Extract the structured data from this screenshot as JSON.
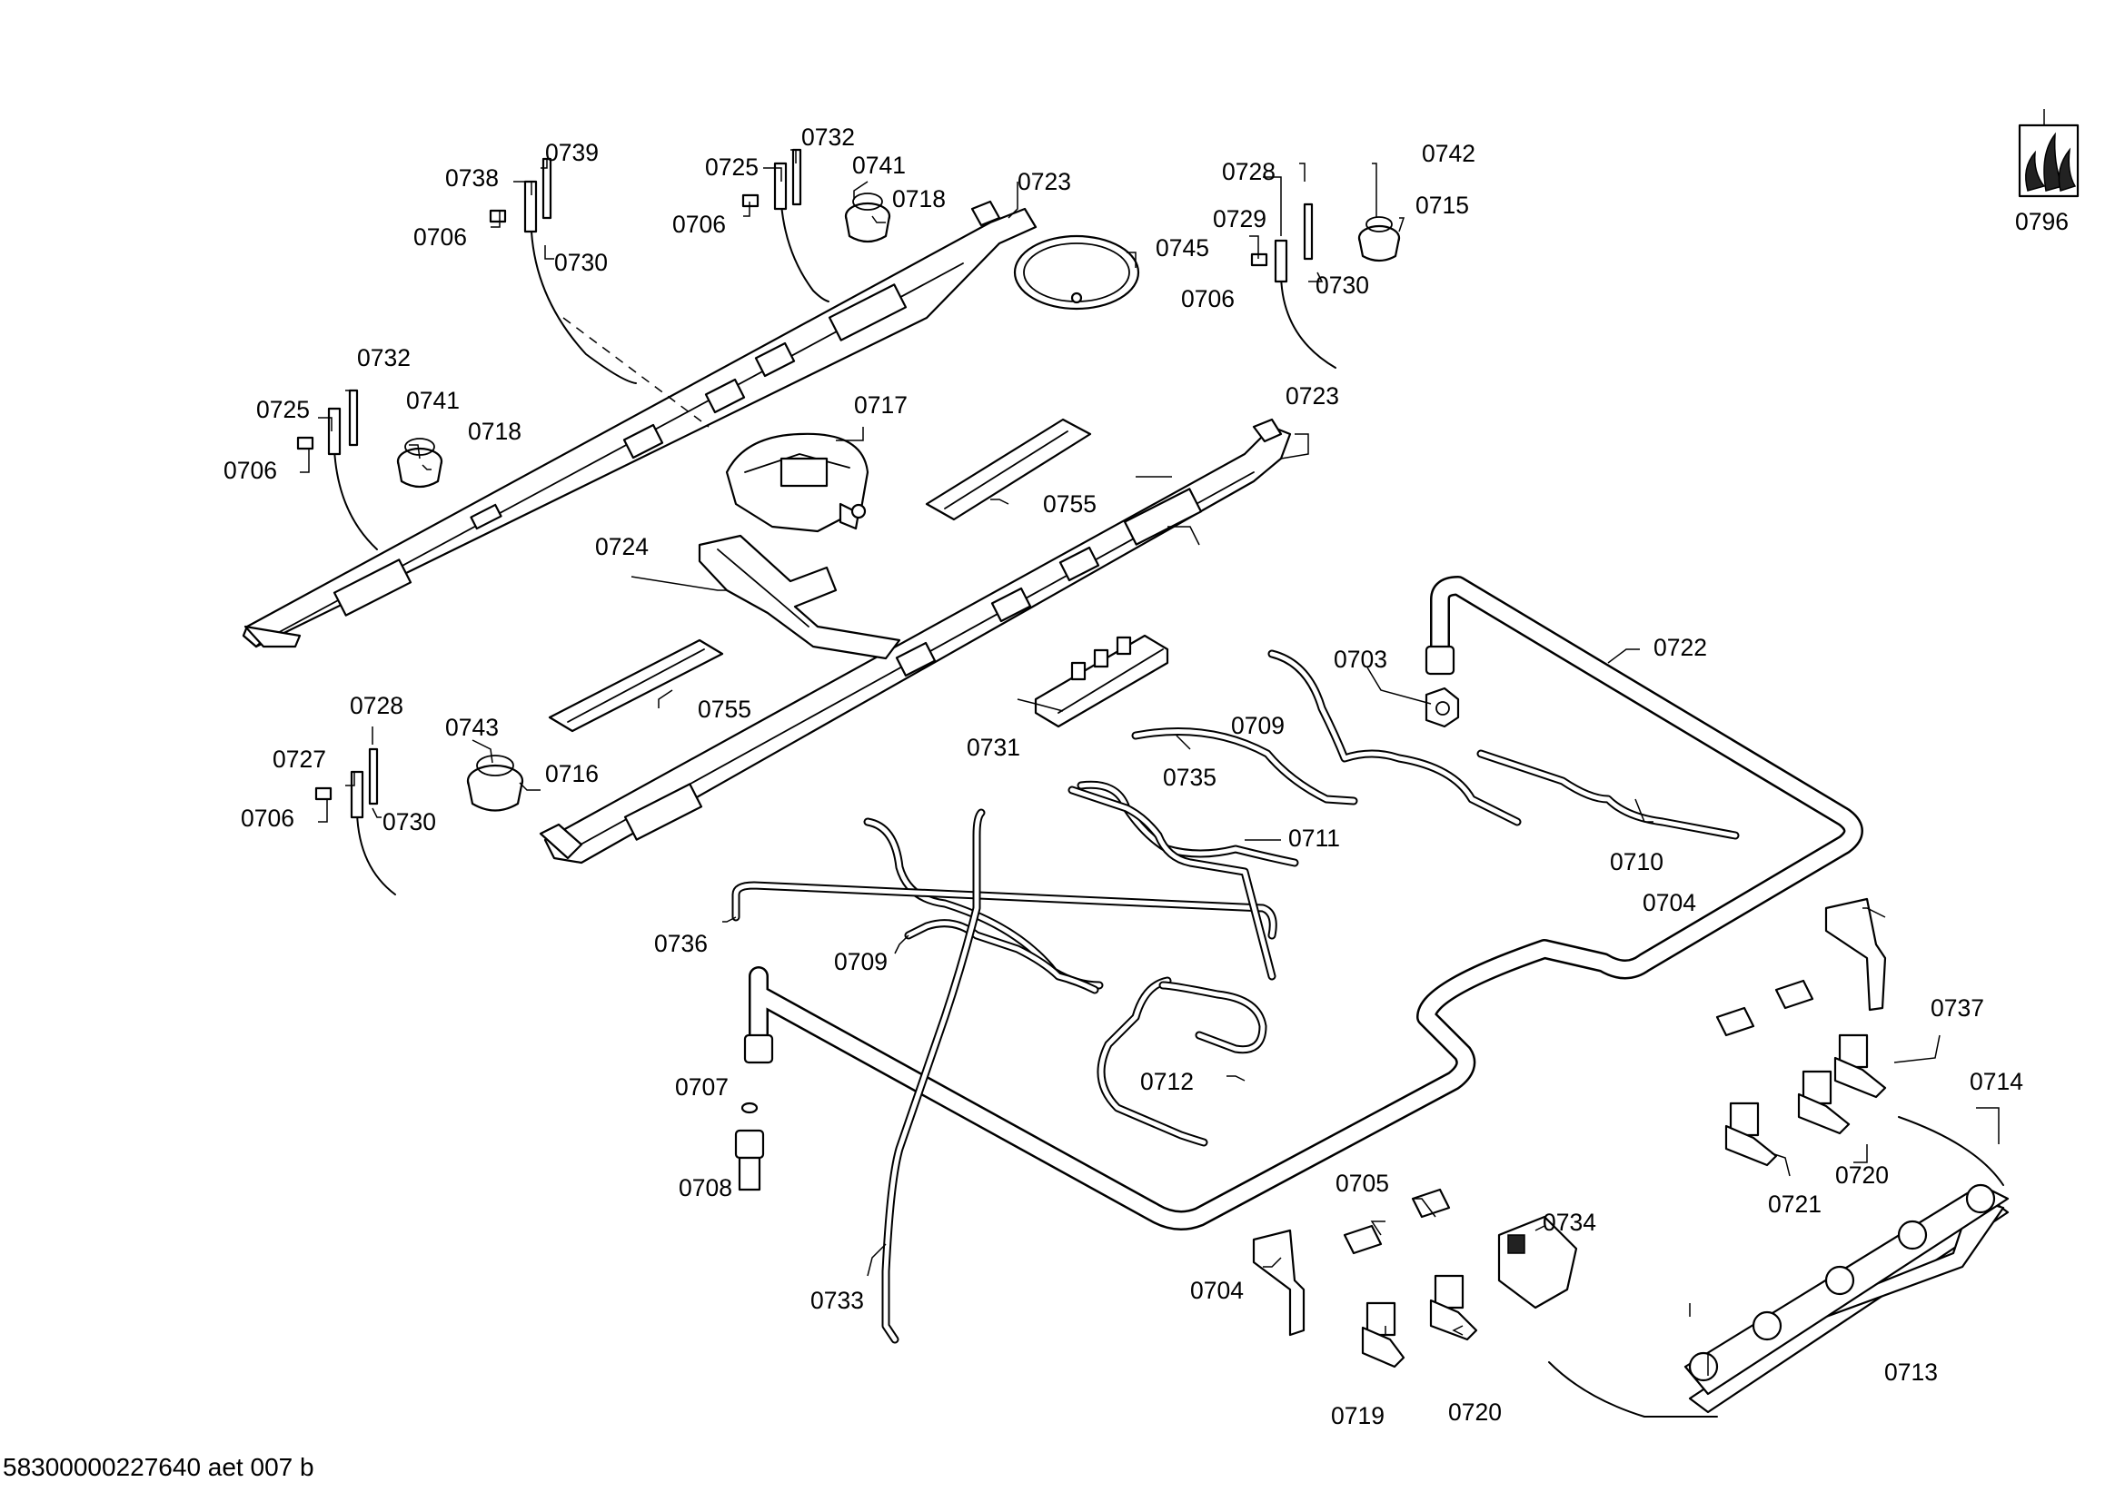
{
  "document_id": "58300000227640 aet 007 b",
  "parts": {
    "p0703": "0703",
    "p0704a": "0704",
    "p0704b": "0704",
    "p0705": "0705",
    "p0706a": "0706",
    "p0706b": "0706",
    "p0706c": "0706",
    "p0706d": "0706",
    "p0706e": "0706",
    "p0707": "0707",
    "p0708": "0708",
    "p0709a": "0709",
    "p0709b": "0709",
    "p0710": "0710",
    "p0711": "0711",
    "p0712": "0712",
    "p0713": "0713",
    "p0714": "0714",
    "p0715": "0715",
    "p0716": "0716",
    "p0717": "0717",
    "p0718a": "0718",
    "p0718b": "0718",
    "p0719": "0719",
    "p0720a": "0720",
    "p0720b": "0720",
    "p0721": "0721",
    "p0722": "0722",
    "p0723a": "0723",
    "p0723b": "0723",
    "p0724": "0724",
    "p0725a": "0725",
    "p0725b": "0725",
    "p0727": "0727",
    "p0728a": "0728",
    "p0728b": "0728",
    "p0729": "0729",
    "p0730a": "0730",
    "p0730b": "0730",
    "p0730c": "0730",
    "p0731": "0731",
    "p0732a": "0732",
    "p0732b": "0732",
    "p0733": "0733",
    "p0734": "0734",
    "p0735": "0735",
    "p0736": "0736",
    "p0737": "0737",
    "p0738": "0738",
    "p0739": "0739",
    "p0741a": "0741",
    "p0741b": "0741",
    "p0742": "0742",
    "p0743": "0743",
    "p0745": "0745",
    "p0755a": "0755",
    "p0755b": "0755",
    "p0796": "0796"
  }
}
